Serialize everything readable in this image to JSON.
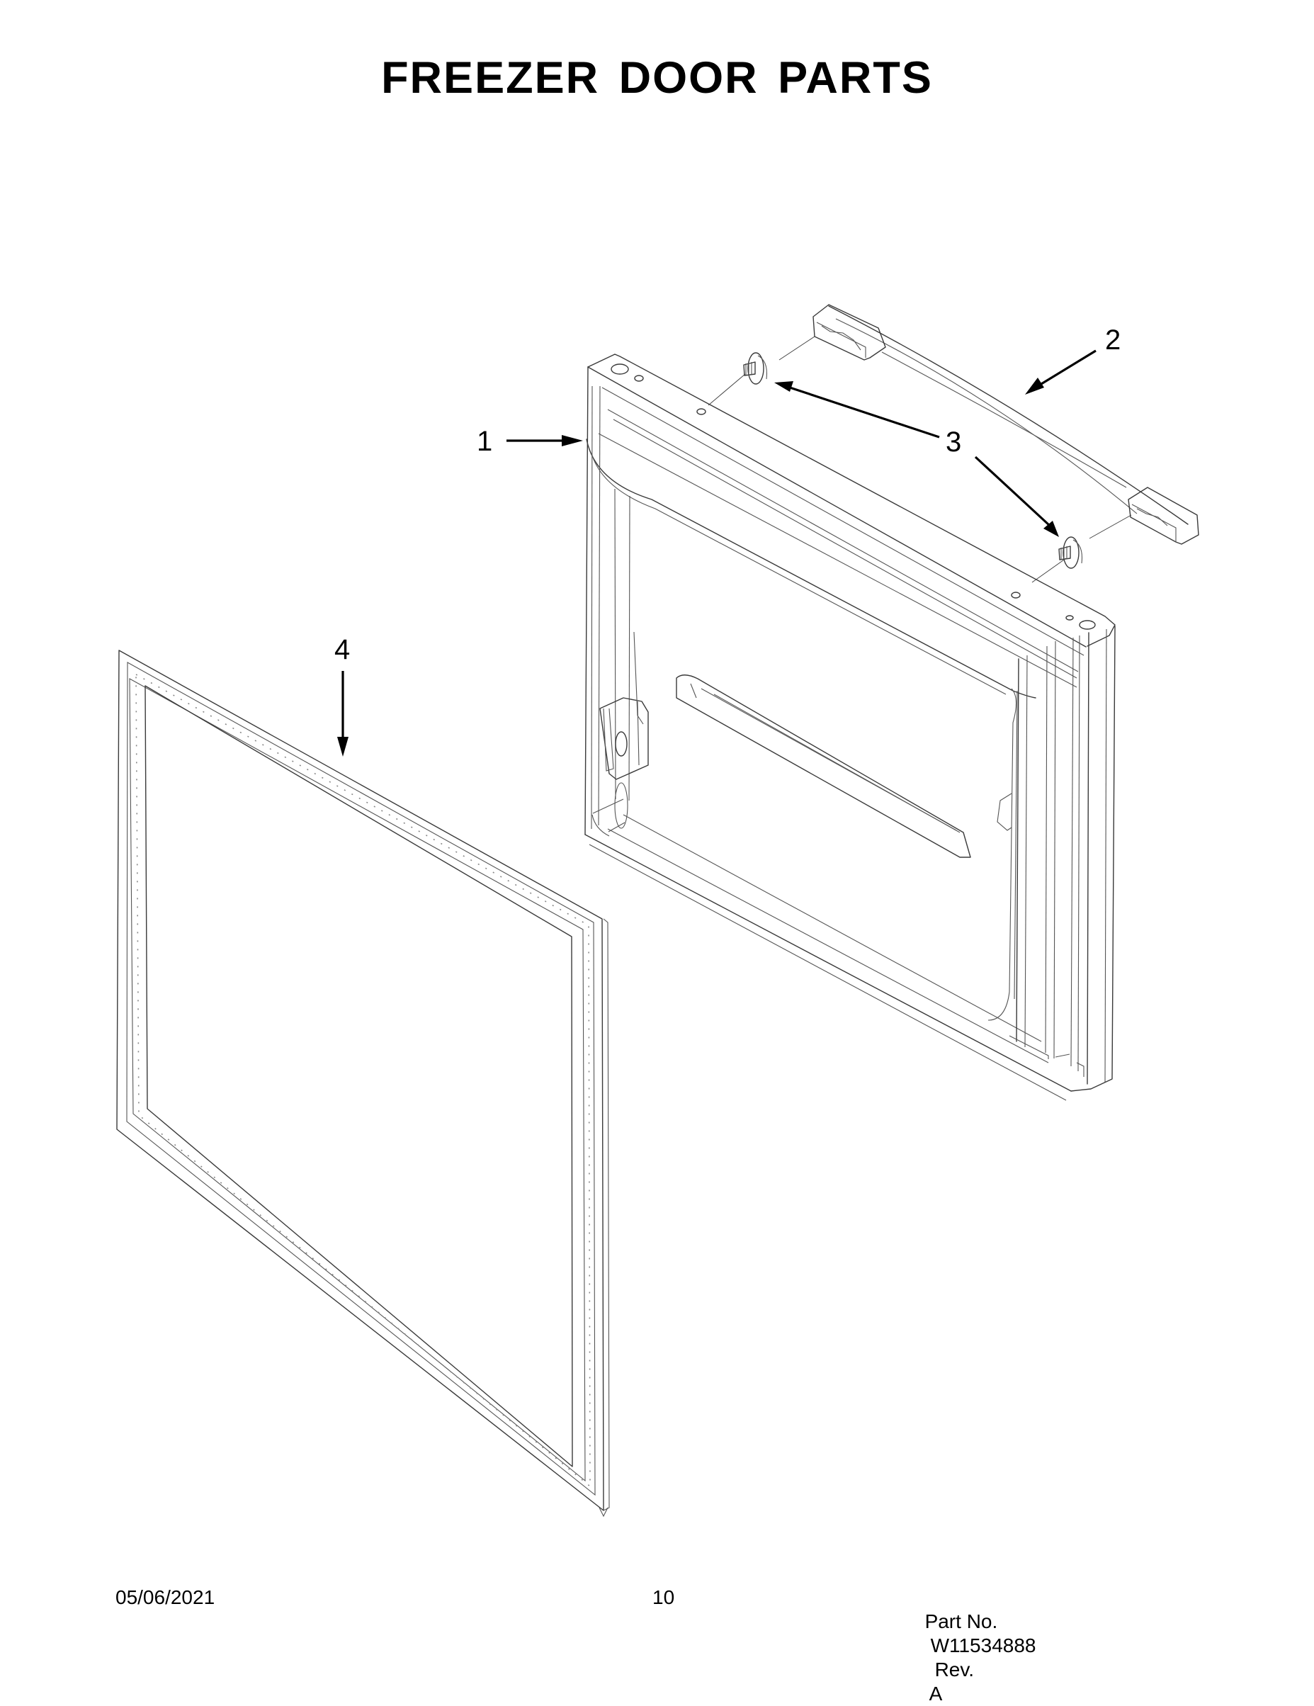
{
  "page": {
    "title": "FREEZER DOOR PARTS",
    "background_color": "#ffffff",
    "line_color": "#3a3a3a"
  },
  "diagram": {
    "type": "exploded-parts-view",
    "callouts": [
      {
        "number": "1",
        "part": "freezer door"
      },
      {
        "number": "2",
        "part": "door handle"
      },
      {
        "number": "3",
        "part": "handle mounting screw"
      },
      {
        "number": "3",
        "part": "handle mounting screw"
      },
      {
        "number": "4",
        "part": "door gasket"
      }
    ]
  },
  "footer": {
    "date": "05/06/2021",
    "page_number": "10",
    "part_no_label": "Part No.",
    "part_no": "W11534888",
    "rev_label": "Rev.",
    "rev": "A"
  }
}
